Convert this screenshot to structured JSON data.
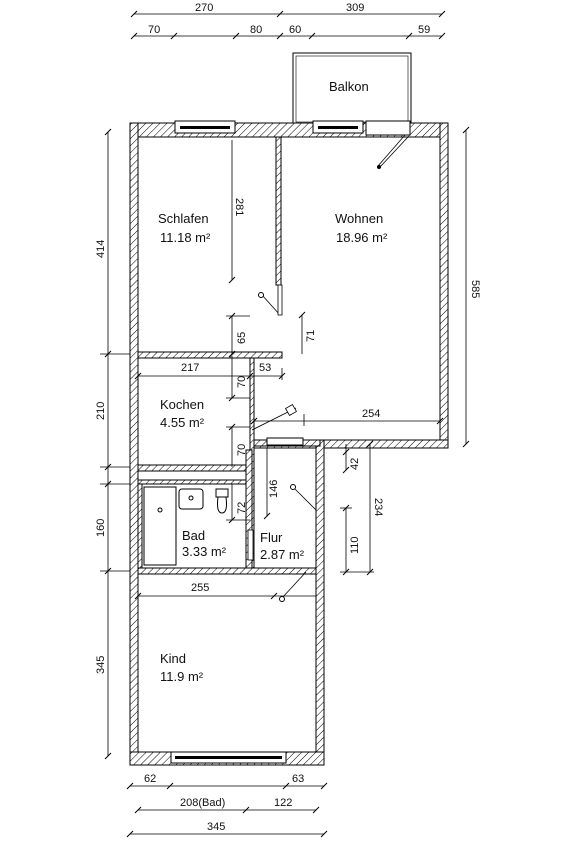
{
  "rooms": {
    "balkon": {
      "name": "Balkon"
    },
    "schlafen": {
      "name": "Schlafen",
      "area": "11.18 m²"
    },
    "wohnen": {
      "name": "Wohnen",
      "area": "18.96 m²"
    },
    "kochen": {
      "name": "Kochen",
      "area": "4.55 m²"
    },
    "bad": {
      "name": "Bad",
      "area": "3.33 m²"
    },
    "flur": {
      "name": "Flur",
      "area": "2.87 m²"
    },
    "kind": {
      "name": "Kind",
      "area": "11.9 m²"
    }
  },
  "dimensions": {
    "top_left_total": "270",
    "top_right_total": "309",
    "top_70": "70",
    "top_80": "80",
    "top_60": "60",
    "top_59": "59",
    "left_414": "414",
    "left_210": "210",
    "left_160": "160",
    "left_345": "345",
    "right_585": "585",
    "right_234": "234",
    "right_110": "110",
    "right_42": "42",
    "int_281": "281",
    "int_65": "65",
    "int_71": "71",
    "int_217": "217",
    "int_70a": "70",
    "int_53": "53",
    "int_254": "254",
    "int_70b": "70",
    "int_146": "146",
    "int_72": "72",
    "int_255": "255",
    "bottom_62": "62",
    "bottom_63": "63",
    "bottom_208": "208(Bad)",
    "bottom_122": "122",
    "bottom_345": "345"
  }
}
